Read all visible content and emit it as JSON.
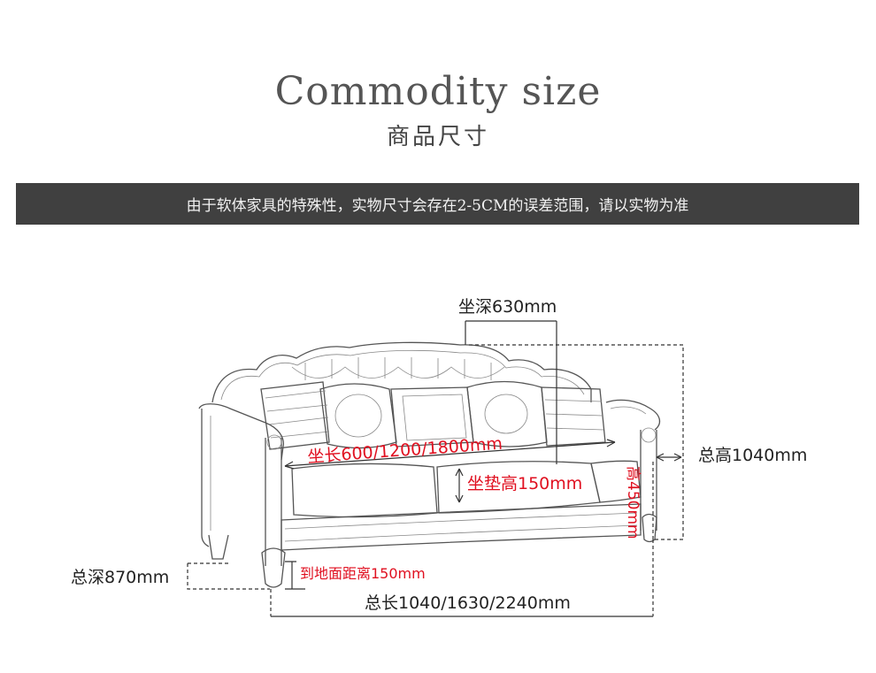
{
  "header": {
    "title_en": "Commodity size",
    "title_cn": "商品尺寸"
  },
  "notice": {
    "text": "由于软体家具的特殊性，实物尺寸会存在2-5CM的误差范围，请以实物为准"
  },
  "dimensions": {
    "seat_depth": "坐深630mm",
    "seat_length": "坐长600/1200/1800mm",
    "cushion_height": "坐垫高150mm",
    "total_height": "总高1040mm",
    "seat_height": "高450mm",
    "total_depth": "总深870mm",
    "ground_clearance": "到地面距离150mm",
    "total_length": "总长1040/1630/2240mm"
  },
  "colors": {
    "notice_bg": "#404040",
    "accent_red": "#e01020"
  }
}
